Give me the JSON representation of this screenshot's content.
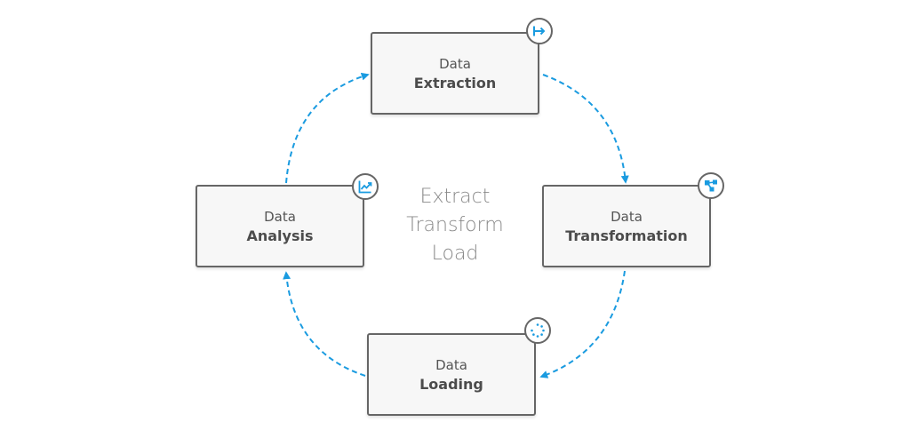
{
  "diagram": {
    "center_lines": [
      "Extract",
      "Transform",
      "Load"
    ],
    "accent_color": "#1a9be0",
    "border_color": "#666666",
    "nodes": [
      {
        "prefix": "Data",
        "name": "Extraction",
        "icon": "arrow-to-line-icon"
      },
      {
        "prefix": "Data",
        "name": "Transformation",
        "icon": "network-nodes-icon"
      },
      {
        "prefix": "Data",
        "name": "Loading",
        "icon": "spinner-dots-icon"
      },
      {
        "prefix": "Data",
        "name": "Analysis",
        "icon": "trending-chart-icon"
      }
    ],
    "cycle": [
      "Extraction",
      "Transformation",
      "Loading",
      "Analysis"
    ]
  }
}
